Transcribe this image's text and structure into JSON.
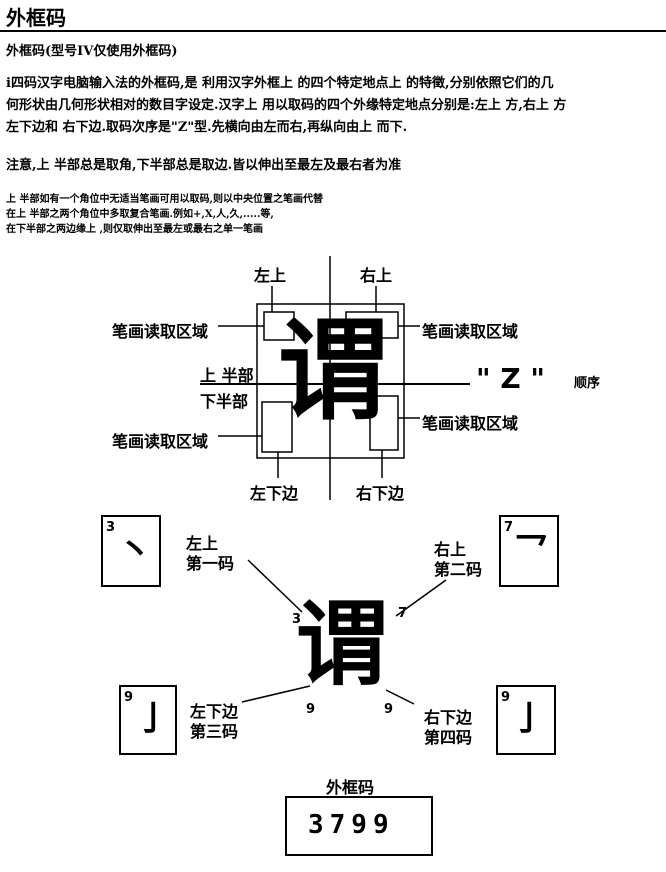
{
  "header": {
    "title": "外框码",
    "subtitle": "外框码(型号IV仅使用外框码)"
  },
  "intro": {
    "line1": "i四码汉字电脑输入法的外框码,是 利用汉字外框上 的四个特定地点上 的特徵,分别依照它们的几",
    "line2": "何形状由几何形状相对的数目字设定.汉字上 用以取码的四个外缘特定地点分别是:左上 方,右上 方",
    "line3": "左下边和 右下边.取码次序是\"Z\"型.先横向由左而右,再纵向由上 而下."
  },
  "note": "注意,上 半部总是取角,下半部总是取边.皆以伸出至最左及最右者为准",
  "rules": {
    "line1": "上 半部如有一个角位中无适当笔画可用以取码,则以中央位置之笔画代替",
    "line2": "在上 半部之两个角位中多取复合笔画.例如+,X,人,久,.....等,",
    "line3": "在下半部之两边缘上 ,则仅取伸出至最左或最右之单一笔画"
  },
  "diagram1": {
    "char": "谓",
    "top_left": "左上",
    "top_right": "右上",
    "stroke_zone_tl": "笔画读取区域",
    "stroke_zone_tr": "笔画读取区域",
    "stroke_zone_bl": "笔画读取区域",
    "stroke_zone_br": "笔画读取区域",
    "upper_half": "上 半部",
    "lower_half": "下半部",
    "z_label": "\" Z \"",
    "order": "顺序",
    "bottom_left": "左下边",
    "bottom_right": "右下边"
  },
  "diagram2": {
    "char": "谓",
    "tl_label1": "左上",
    "tl_label2": "第一码",
    "tl_digit": "3",
    "tr_label1": "右上",
    "tr_label2": "第二码",
    "tr_digit": "7",
    "bl_label1": "左下边",
    "bl_label2": "第三码",
    "bl_digit": "9",
    "br_label1": "右下边",
    "br_label2": "第四码",
    "br_digit": "9",
    "tl_glyph": "丶",
    "tr_glyph": "乛",
    "bl_glyph": "亅",
    "br_glyph": "亅",
    "code_label": "外框码",
    "code_value": "3799"
  }
}
